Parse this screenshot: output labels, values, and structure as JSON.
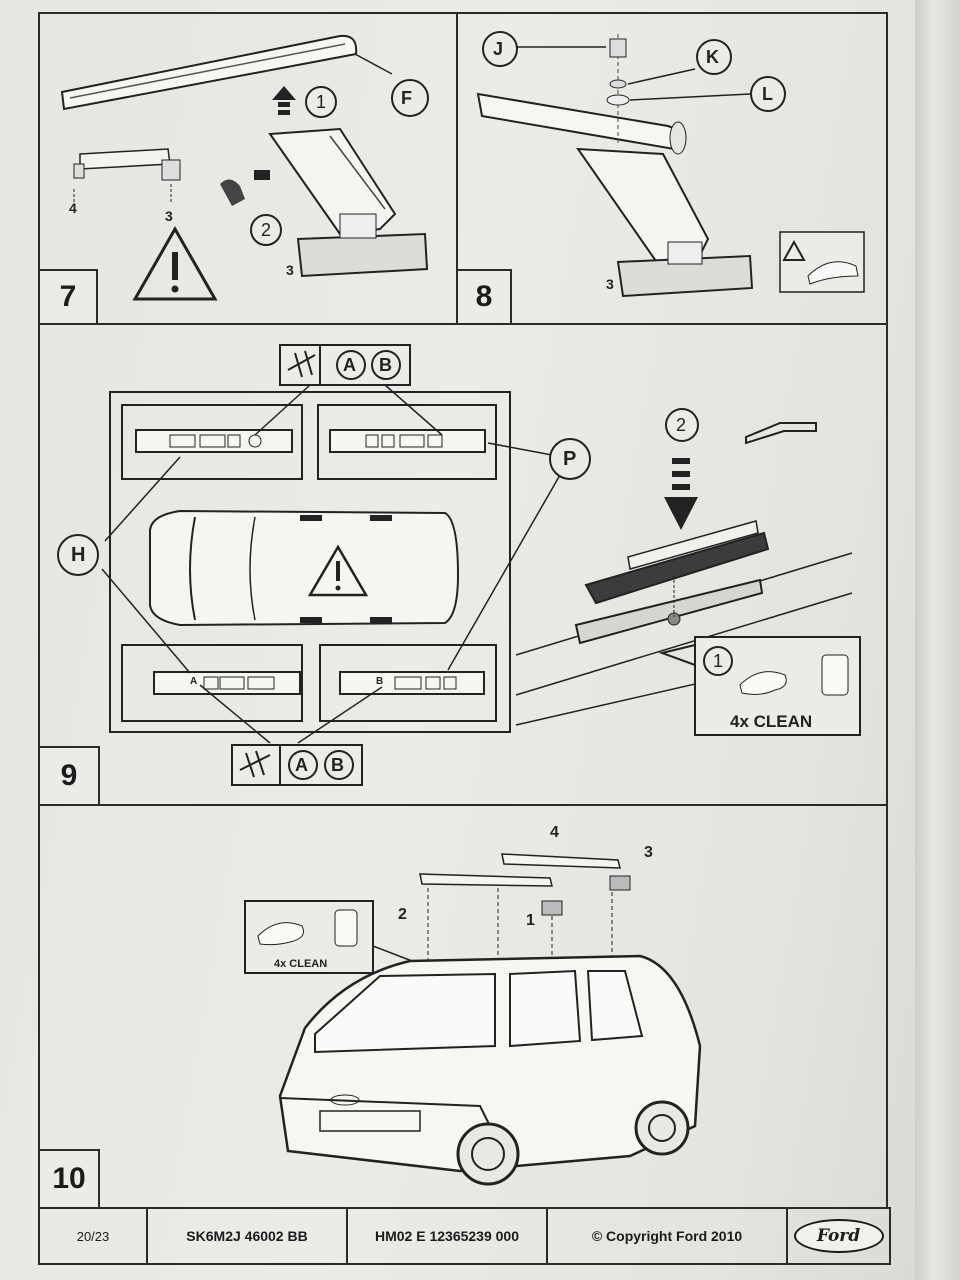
{
  "steps": {
    "step7": {
      "number": "7",
      "callouts": [
        "F",
        "1",
        "2"
      ],
      "part_labels": [
        "4",
        "3",
        "3"
      ]
    },
    "step8": {
      "number": "8",
      "callouts": [
        "J",
        "K",
        "L"
      ],
      "part_labels": [
        "3"
      ]
    },
    "step9": {
      "number": "9",
      "callouts": [
        "H",
        "P",
        "2",
        "1"
      ],
      "badge_top": [
        "A",
        "B"
      ],
      "badge_bottom": [
        "A",
        "B"
      ],
      "strip_markers": [
        "A",
        "B"
      ],
      "clean_label": "4x CLEAN"
    },
    "step10": {
      "number": "10",
      "part_labels": [
        "4",
        "3",
        "2",
        "1"
      ],
      "clean_label": "4x CLEAN"
    }
  },
  "footer": {
    "page": "20/23",
    "part_number": "SK6M2J 46002 BB",
    "doc_code": "HM02 E 12365239 000",
    "copyright": "© Copyright Ford 2010",
    "logo_text": "Ford"
  },
  "colors": {
    "paper": "#ecebe7",
    "ink": "#1b1b1b"
  }
}
